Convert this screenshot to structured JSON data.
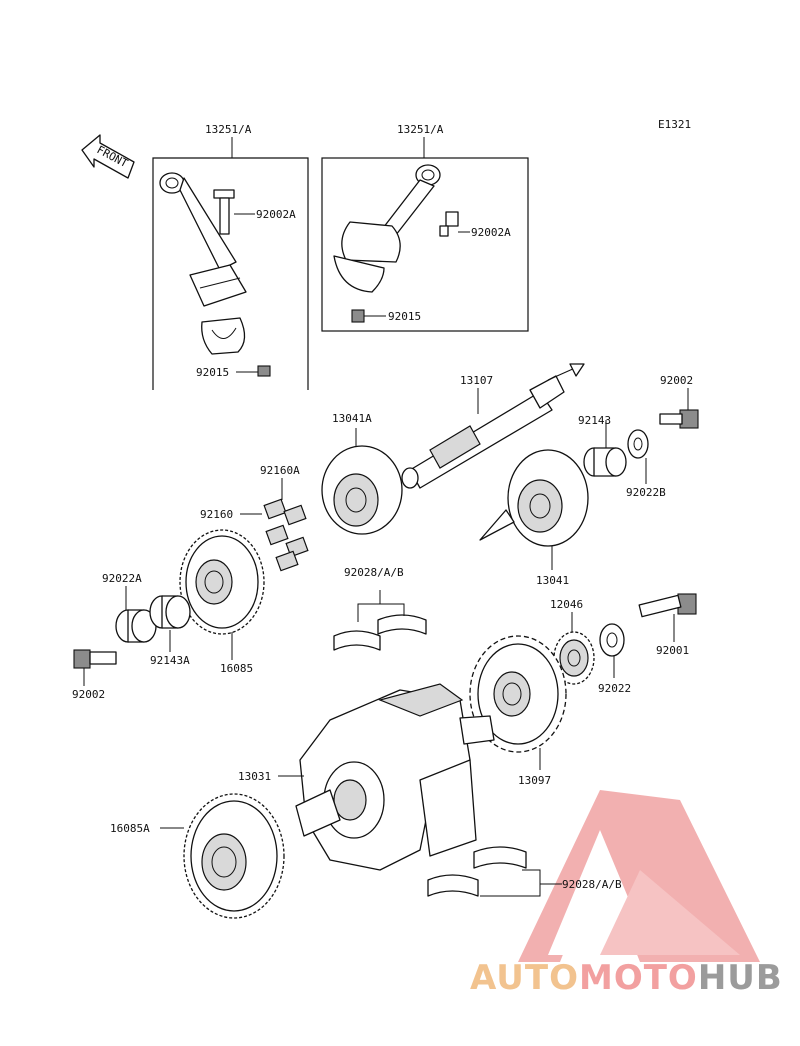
{
  "diagram_code": "E1321",
  "front_label": "FRONT",
  "brand": {
    "part1": "AUTO",
    "part2": "MOTO",
    "part3": "HUB",
    "colors": {
      "triangle": "#f0a3a3",
      "auto": "#f2c38f",
      "moto": "#f2a0a0",
      "hub": "#9b9b9b"
    }
  },
  "callouts": {
    "rod_a_top": "13251/A",
    "rod_b_top": "13251/A",
    "bolt_a": "92002A",
    "bolt_b": "92002A",
    "nut_a": "92015",
    "nut_b": "92015",
    "shaft": "13107",
    "bolt_top": "92002",
    "spacer_top": "92143",
    "washer_top": "92022B",
    "coupling_left": "13041A",
    "damper_a": "92160A",
    "damper": "92160",
    "coupling_right": "13041",
    "bearing_upper": "92028/A/B",
    "washer_left": "92022A",
    "spacer_left": "92143A",
    "gear_mid": "16085",
    "bolt_left": "92002",
    "sprocket_small": "12046",
    "bolt_right": "92001",
    "washer_right": "92022",
    "sprocket_big": "13097",
    "crankshaft": "13031",
    "gear_bottom": "16085A",
    "bearing_lower": "92028/A/B"
  }
}
